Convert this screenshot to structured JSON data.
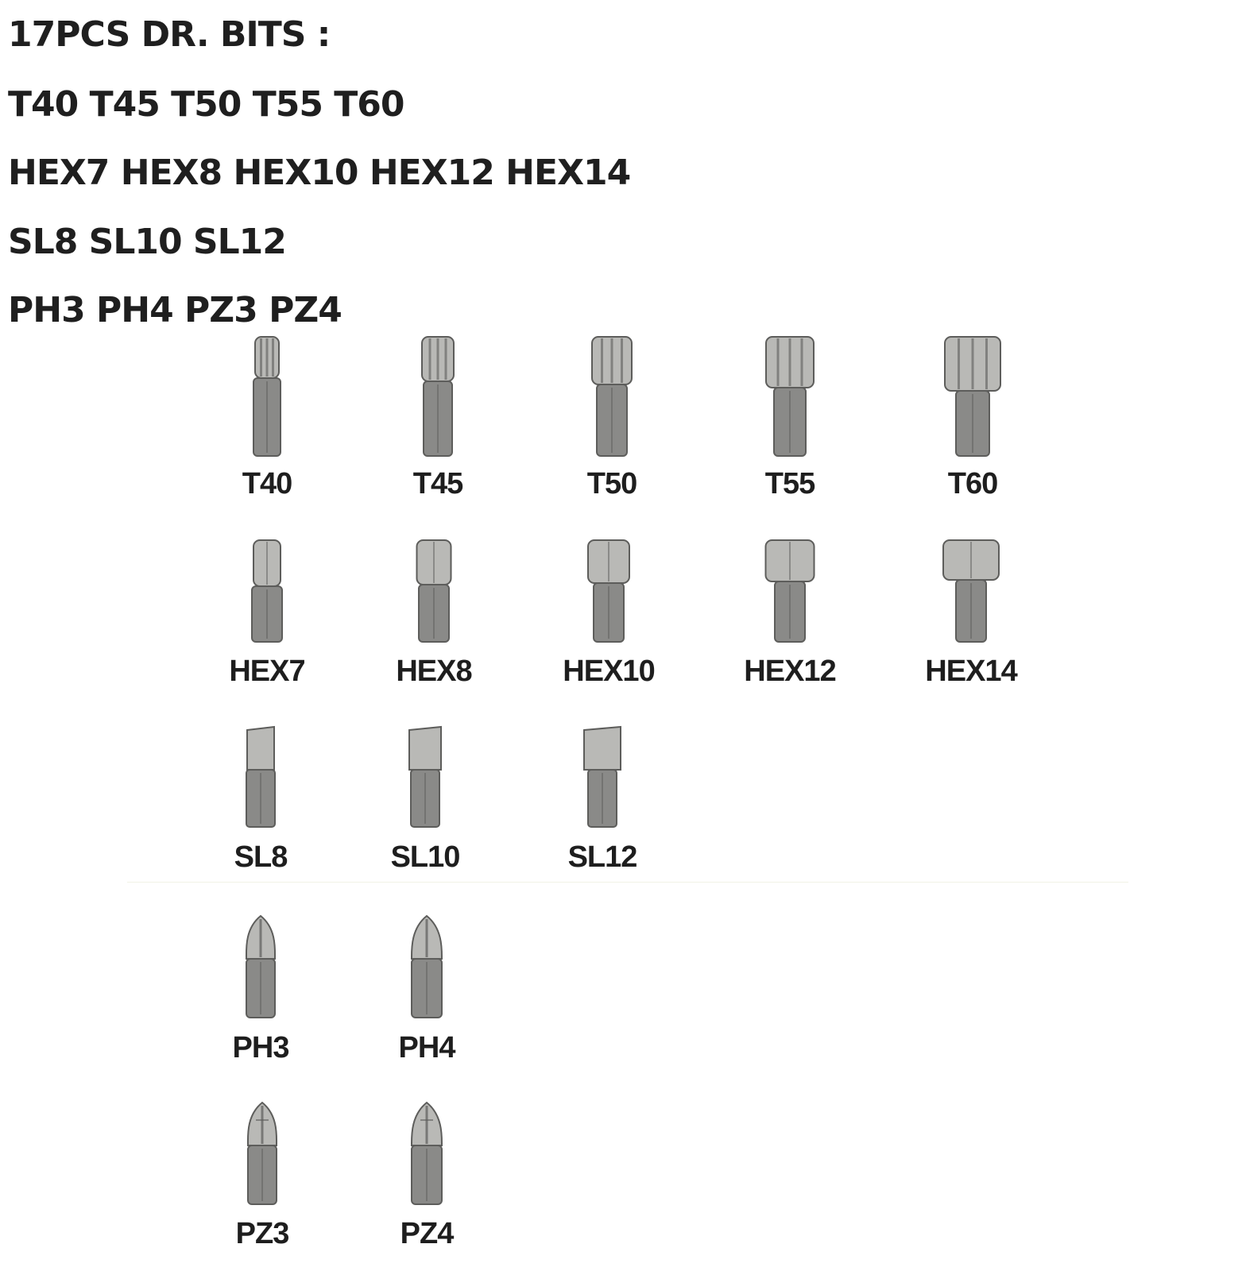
{
  "heading": {
    "title": "17PCS DR. BITS :",
    "lines": [
      "T40 T45 T50 T55 T60",
      "HEX7 HEX8 HEX10 HEX12 HEX14",
      "SL8 SL10 SL12",
      "PH3 PH4 PZ3 PZ4"
    ]
  },
  "bits": [
    {
      "label": "T40",
      "icon": "torx-bit-icon"
    },
    {
      "label": "T45",
      "icon": "torx-bit-icon"
    },
    {
      "label": "T50",
      "icon": "torx-bit-icon"
    },
    {
      "label": "T55",
      "icon": "torx-bit-icon"
    },
    {
      "label": "T60",
      "icon": "torx-bit-icon"
    },
    {
      "label": "HEX7",
      "icon": "hex-bit-icon"
    },
    {
      "label": "HEX8",
      "icon": "hex-bit-icon"
    },
    {
      "label": "HEX10",
      "icon": "hex-bit-icon"
    },
    {
      "label": "HEX12",
      "icon": "hex-bit-icon"
    },
    {
      "label": "HEX14",
      "icon": "hex-bit-icon"
    },
    {
      "label": "SL8",
      "icon": "slotted-bit-icon"
    },
    {
      "label": "SL10",
      "icon": "slotted-bit-icon"
    },
    {
      "label": "SL12",
      "icon": "slotted-bit-icon"
    },
    {
      "label": "PH3",
      "icon": "phillips-bit-icon"
    },
    {
      "label": "PH4",
      "icon": "phillips-bit-icon"
    },
    {
      "label": "PZ3",
      "icon": "pozidriv-bit-icon"
    },
    {
      "label": "PZ4",
      "icon": "pozidriv-bit-icon"
    }
  ],
  "colors": {
    "text": "#1f1f1f",
    "steel": "#8a8a88",
    "steel_dark": "#5d5d5b",
    "steel_light": "#b9b9b6"
  }
}
